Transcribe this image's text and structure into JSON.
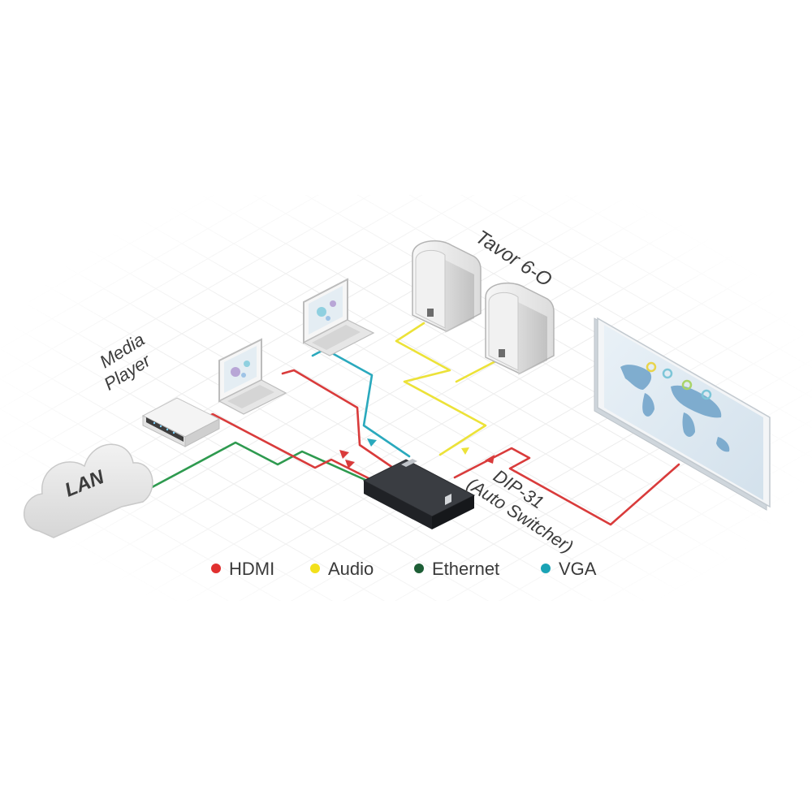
{
  "labels": {
    "lan": "LAN",
    "media_player_line1": "Media",
    "media_player_line2": "Player",
    "speakers": "Tavor 6-O",
    "switcher_line1": "DIP-31",
    "switcher_line2": "(Auto Switcher)"
  },
  "legend": [
    {
      "label": "HDMI",
      "color": "#e0302f"
    },
    {
      "label": "Audio",
      "color": "#f2e01b"
    },
    {
      "label": "Ethernet",
      "color": "#1d5e36"
    },
    {
      "label": "VGA",
      "color": "#1aa3b5"
    }
  ],
  "cable_colors": {
    "hdmi": "#d93b3b",
    "audio": "#ece238",
    "ethernet": "#2e9a4f",
    "vga": "#2aa9bd"
  }
}
